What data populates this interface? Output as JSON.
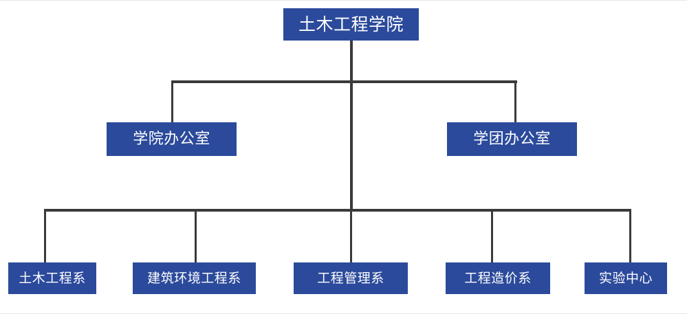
{
  "chart_data": {
    "type": "diagram",
    "diagram_type": "organizational-chart",
    "title": "",
    "orientation": "top-down",
    "colors": {
      "node_fill": "#2B4A9B",
      "node_text": "#FFFFFF",
      "connector": "#3A3A3A",
      "background": "#FFFFFF"
    },
    "levels": 3,
    "nodes": [
      {
        "id": "root",
        "label": "土木工程学院",
        "level": 1,
        "parent": null
      },
      {
        "id": "l2-0",
        "label": "学院办公室",
        "level": 2,
        "parent": "root"
      },
      {
        "id": "l2-1",
        "label": "学团办公室",
        "level": 2,
        "parent": "root"
      },
      {
        "id": "l3-0",
        "label": "土木工程系",
        "level": 3,
        "parent": "root"
      },
      {
        "id": "l3-1",
        "label": "建筑环境工程系",
        "level": 3,
        "parent": "root"
      },
      {
        "id": "l3-2",
        "label": "工程管理系",
        "level": 3,
        "parent": "root"
      },
      {
        "id": "l3-3",
        "label": "工程造价系",
        "level": 3,
        "parent": "root"
      },
      {
        "id": "l3-4",
        "label": "实验中心",
        "level": 3,
        "parent": "root"
      }
    ],
    "edges": [
      {
        "from": "root",
        "to": "l2-0"
      },
      {
        "from": "root",
        "to": "l2-1"
      },
      {
        "from": "root",
        "to": "l3-0"
      },
      {
        "from": "root",
        "to": "l3-1"
      },
      {
        "from": "root",
        "to": "l3-2"
      },
      {
        "from": "root",
        "to": "l3-3"
      },
      {
        "from": "root",
        "to": "l3-4"
      }
    ]
  },
  "org_chart": {
    "root": {
      "label": "土木工程学院"
    },
    "level2": [
      {
        "label": "学院办公室"
      },
      {
        "label": "学团办公室"
      }
    ],
    "level3": [
      {
        "label": "土木工程系"
      },
      {
        "label": "建筑环境工程系"
      },
      {
        "label": "工程管理系"
      },
      {
        "label": "工程造价系"
      },
      {
        "label": "实验中心"
      }
    ]
  }
}
